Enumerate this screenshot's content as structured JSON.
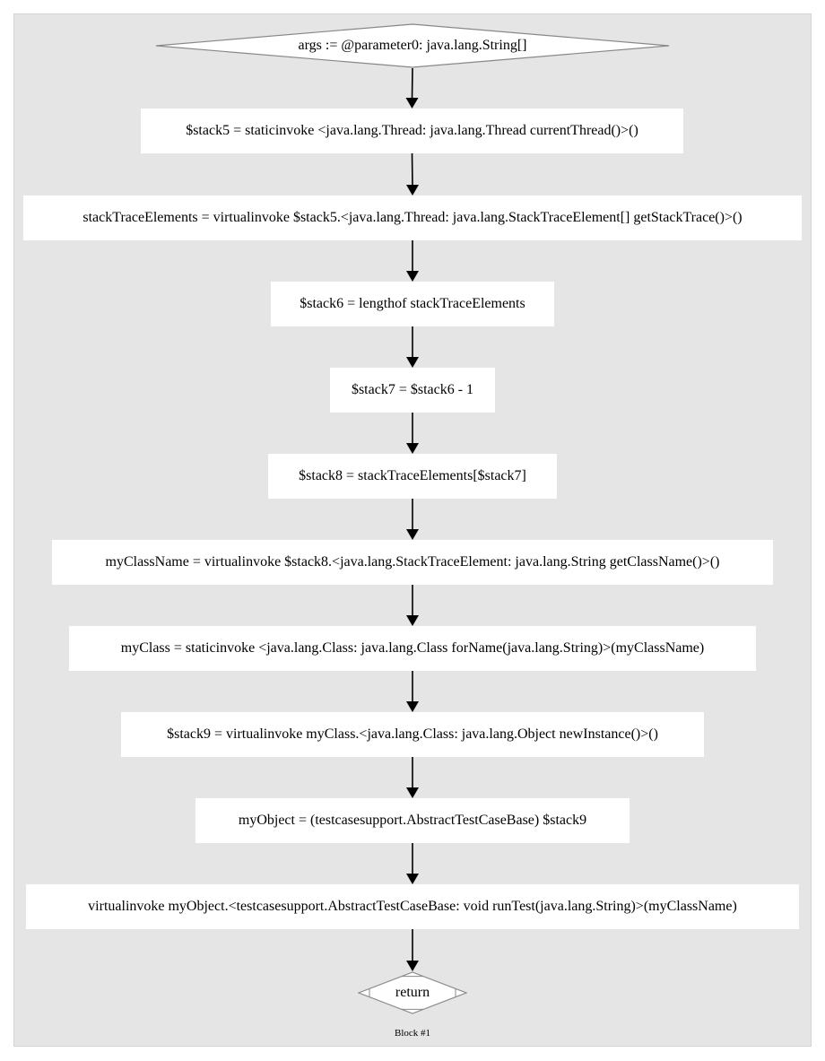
{
  "diagram": {
    "type": "control-flow-graph",
    "block_label": "Block #1",
    "nodes": [
      {
        "id": "n0",
        "shape": "diamond",
        "label": "args := @parameter0: java.lang.String[]"
      },
      {
        "id": "n1",
        "shape": "rect",
        "label": "$stack5 = staticinvoke <java.lang.Thread: java.lang.Thread currentThread()>()"
      },
      {
        "id": "n2",
        "shape": "rect",
        "label": "stackTraceElements = virtualinvoke $stack5.<java.lang.Thread: java.lang.StackTraceElement[] getStackTrace()>()"
      },
      {
        "id": "n3",
        "shape": "rect",
        "label": "$stack6 = lengthof stackTraceElements"
      },
      {
        "id": "n4",
        "shape": "rect",
        "label": "$stack7 = $stack6 - 1"
      },
      {
        "id": "n5",
        "shape": "rect",
        "label": "$stack8 = stackTraceElements[$stack7]"
      },
      {
        "id": "n6",
        "shape": "rect",
        "label": "myClassName = virtualinvoke $stack8.<java.lang.StackTraceElement: java.lang.String getClassName()>()"
      },
      {
        "id": "n7",
        "shape": "rect",
        "label": "myClass = staticinvoke <java.lang.Class: java.lang.Class forName(java.lang.String)>(myClassName)"
      },
      {
        "id": "n8",
        "shape": "rect",
        "label": "$stack9 = virtualinvoke myClass.<java.lang.Class: java.lang.Object newInstance()>()"
      },
      {
        "id": "n9",
        "shape": "rect",
        "label": "myObject = (testcasesupport.AbstractTestCaseBase) $stack9"
      },
      {
        "id": "n10",
        "shape": "rect",
        "label": "virtualinvoke myObject.<testcasesupport.AbstractTestCaseBase: void runTest(java.lang.String)>(myClassName)"
      },
      {
        "id": "n11",
        "shape": "terminal-diamond",
        "label": "return"
      }
    ],
    "edges": [
      {
        "from": "n0",
        "to": "n1"
      },
      {
        "from": "n1",
        "to": "n2"
      },
      {
        "from": "n2",
        "to": "n3"
      },
      {
        "from": "n3",
        "to": "n4"
      },
      {
        "from": "n4",
        "to": "n5"
      },
      {
        "from": "n5",
        "to": "n6"
      },
      {
        "from": "n6",
        "to": "n7"
      },
      {
        "from": "n7",
        "to": "n8"
      },
      {
        "from": "n8",
        "to": "n9"
      },
      {
        "from": "n9",
        "to": "n10"
      },
      {
        "from": "n10",
        "to": "n11"
      }
    ]
  }
}
